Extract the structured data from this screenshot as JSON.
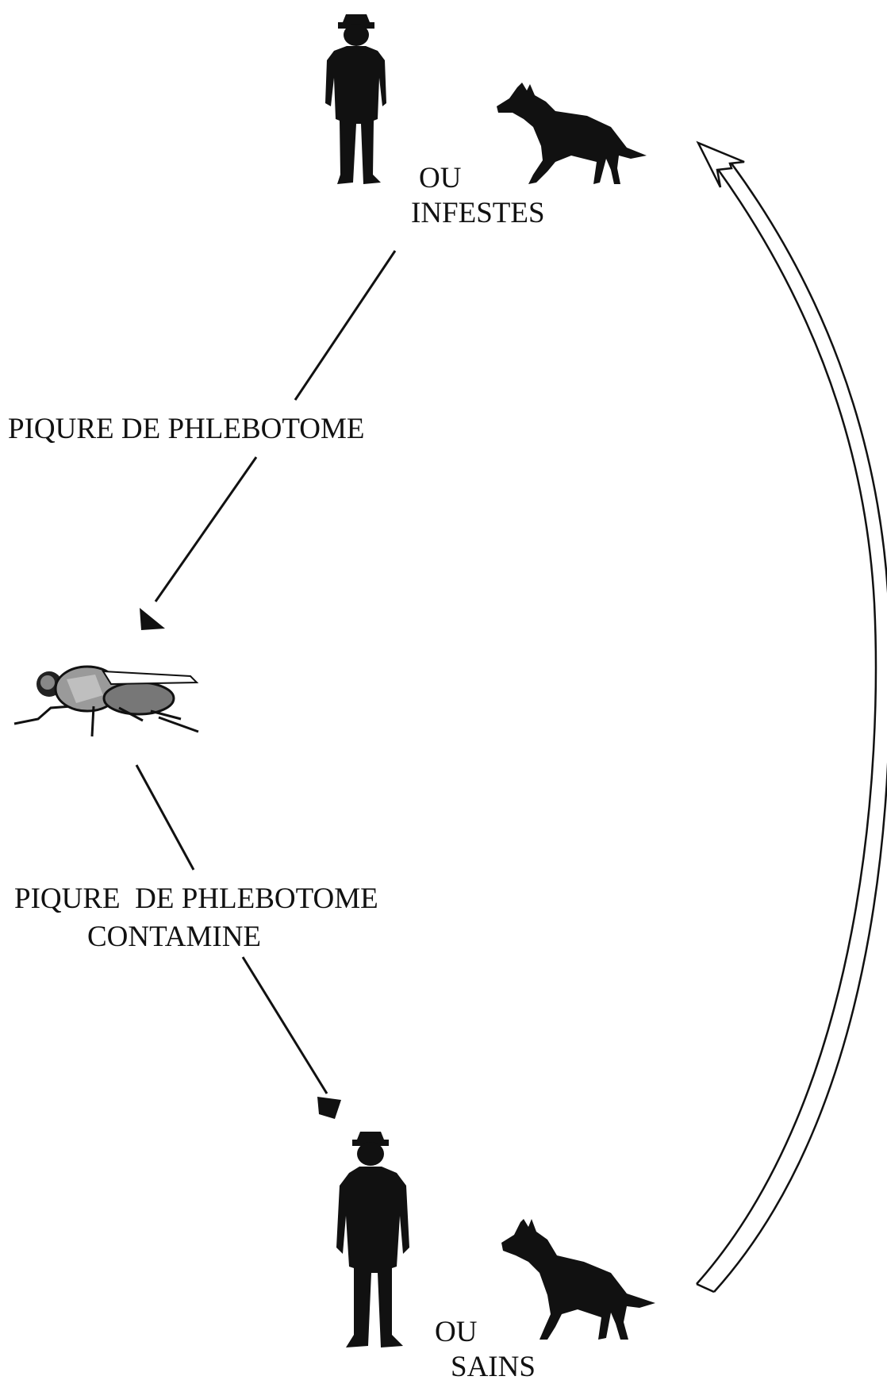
{
  "colors": {
    "ink": "#111111",
    "background": "#ffffff"
  },
  "icons": {
    "top_person": "person-silhouette-icon",
    "top_dog": "dog-silhouette-icon",
    "sandfly": "sandfly-icon",
    "bottom_person": "person-silhouette-icon",
    "bottom_dog": "dog-silhouette-icon"
  },
  "labels": {
    "top_or": "OU",
    "top_state": "INFESTES",
    "bite_upper": "PIQURE DE PHLEBOTOME",
    "bite_lower_line1": "PIQURE  DE PHLEBOTOME",
    "bite_lower_line2": "CONTAMINE",
    "bottom_or": "OU",
    "bottom_state": "SAINS"
  }
}
